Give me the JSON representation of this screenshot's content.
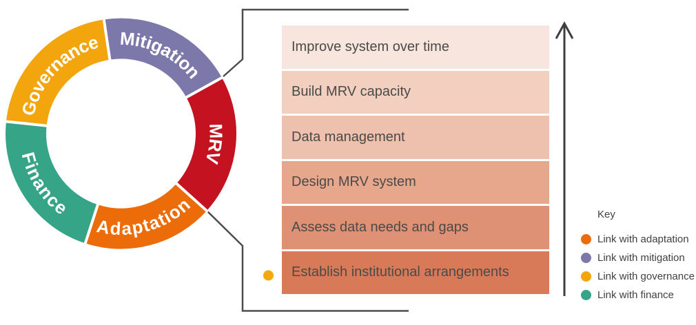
{
  "donut": {
    "segments": [
      {
        "label": "Governance",
        "color": "#F3A50D"
      },
      {
        "label": "Mitigation",
        "color": "#7D78AA"
      },
      {
        "label": "MRV",
        "color": "#C41220"
      },
      {
        "label": "Adaptation",
        "color": "#EB6C09"
      },
      {
        "label": "Finance",
        "color": "#36A487"
      }
    ]
  },
  "steps": [
    {
      "label": "Improve system over time",
      "color": "#F8E5DD"
    },
    {
      "label": "Build MRV capacity",
      "color": "#F3CFC0"
    },
    {
      "label": "Data management",
      "color": "#EEC0AE"
    },
    {
      "label": "Design MRV system",
      "color": "#E6A78C"
    },
    {
      "label": "Assess data needs and gaps",
      "color": "#DE9175"
    },
    {
      "label": "Establish institutional arrangements",
      "color": "#D87A58"
    }
  ],
  "marker": {
    "name": "governance-link-dot",
    "color": "#F5A80B"
  },
  "key": {
    "title": "Key",
    "items": [
      {
        "label": "Link with adaptation",
        "color": "#EB6C09"
      },
      {
        "label": "Link with mitigation",
        "color": "#7D78AA"
      },
      {
        "label": "Link with governance",
        "color": "#F3A50D"
      },
      {
        "label": "Link with finance",
        "color": "#36A487"
      }
    ]
  }
}
